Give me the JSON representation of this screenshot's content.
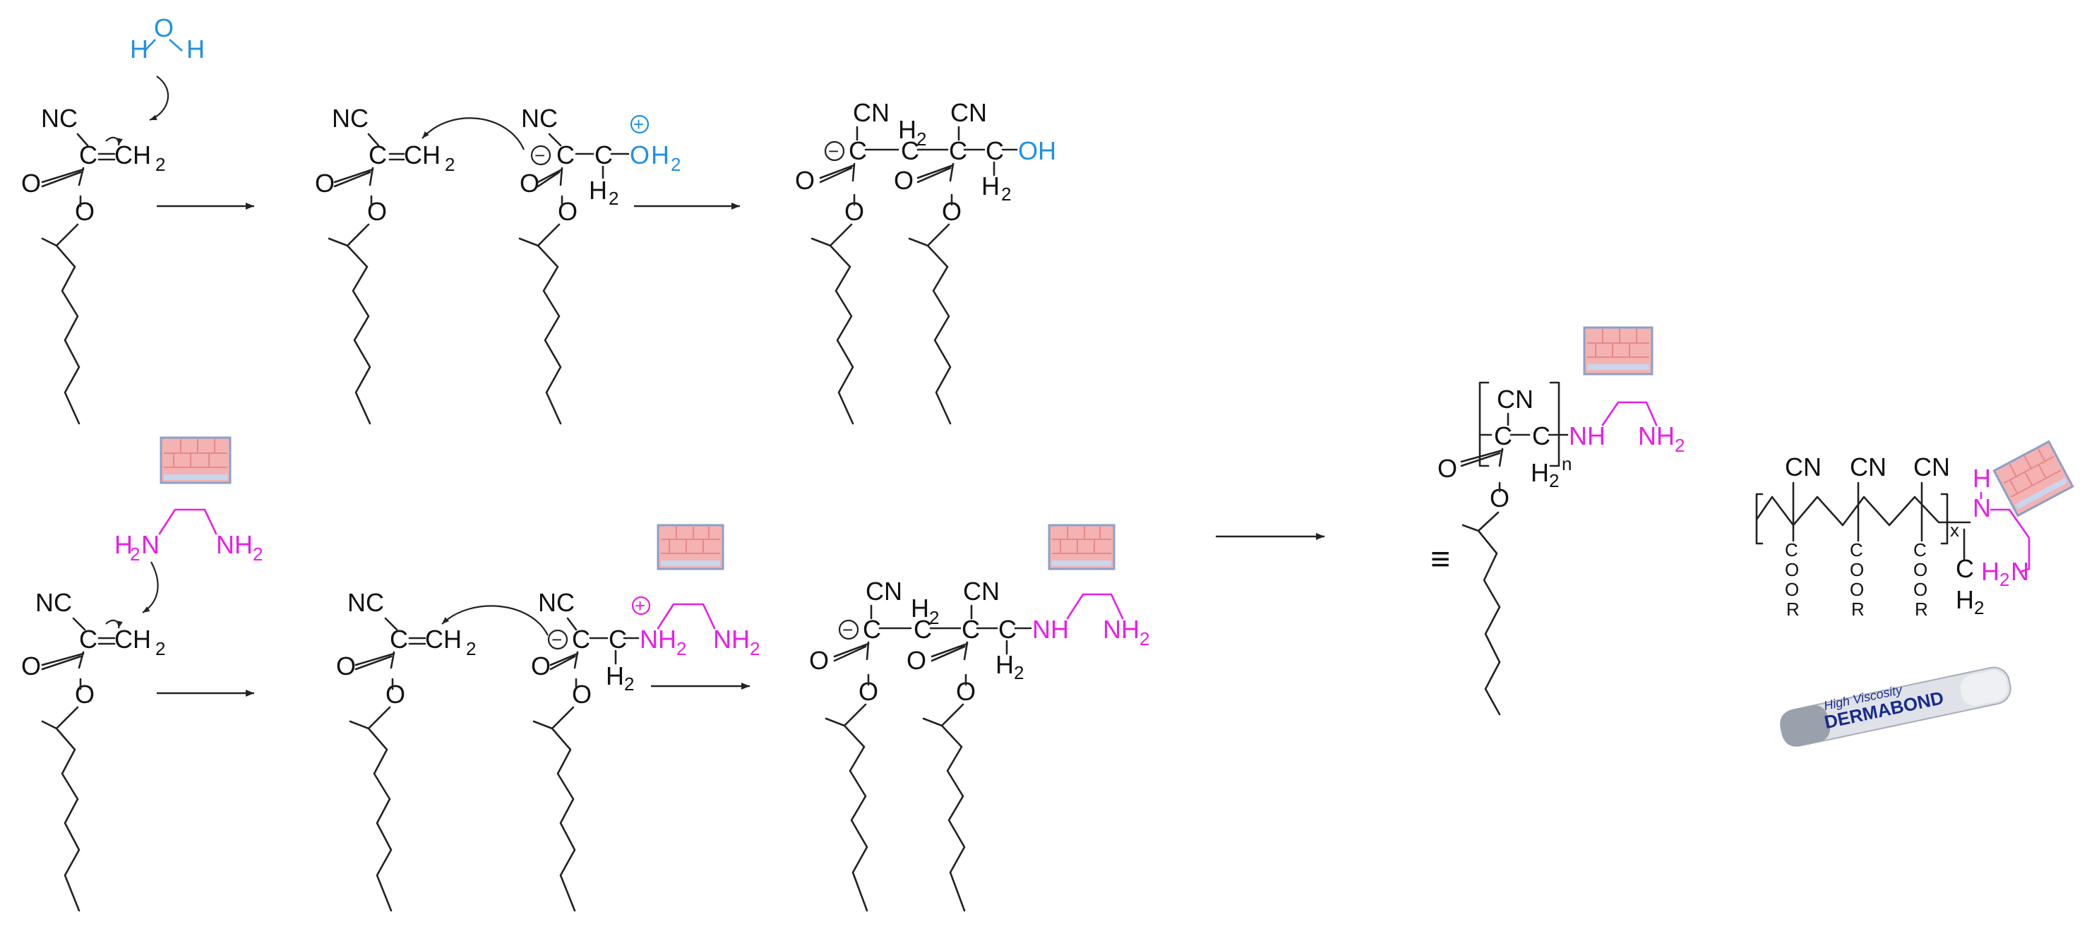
{
  "colors": {
    "bond": "#222222",
    "water": "#1e90e8",
    "amine": "#e81ee8",
    "tissue_fill": "#f4b2b2",
    "tissue_border": "#8aa0c8",
    "tube_label": "#1a2a8c"
  },
  "labels": {
    "NC": "NC",
    "CN": "CN",
    "C": "C",
    "CH": "CH",
    "O": "O",
    "H": "H",
    "NH": "NH",
    "N": "N",
    "R": "R",
    "OH": "OH",
    "two": "2",
    "n": "n",
    "x": "x",
    "equiv": "≡"
  },
  "product": {
    "tube_text": "DERMABOND",
    "tube_subtext": "High Viscosity"
  }
}
